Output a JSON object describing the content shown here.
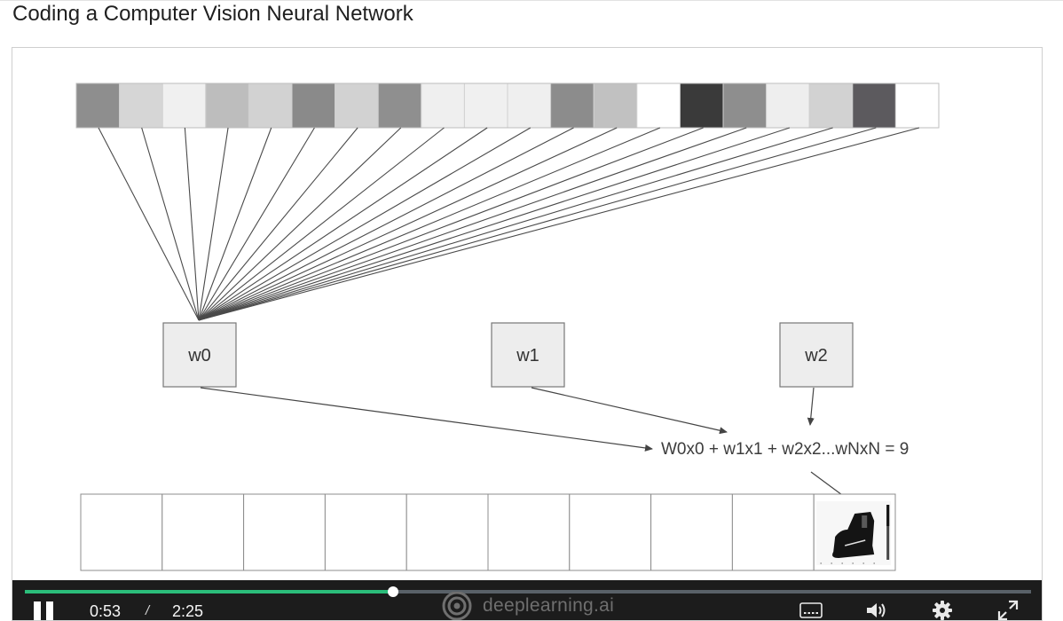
{
  "page": {
    "title": "Coding a Computer Vision Neural Network"
  },
  "slide": {
    "pixel_colors": [
      "#8e8e8e",
      "#d6d6d6",
      "#f0f0f0",
      "#bdbdbd",
      "#d2d2d2",
      "#8a8a8a",
      "#d2d2d2",
      "#8f8f8f",
      "#efefef",
      "#f0f0f0",
      "#efefef",
      "#8c8c8c",
      "#c1c1c1",
      "#ffffff",
      "#3a3a3a",
      "#8e8e8e",
      "#eeeeee",
      "#d2d2d2",
      "#5c5a5e",
      "#ffffff"
    ],
    "weights": [
      {
        "label": "w0"
      },
      {
        "label": "w1"
      },
      {
        "label": "w2"
      }
    ],
    "formula": "W0x0 + w1x1 + w2x2...wNxN = 9",
    "output_cells": 10,
    "highlight_index": 9,
    "highlight_image": "ankle-boot-image"
  },
  "player": {
    "current_time": "0:53",
    "separator": "/",
    "duration": "2:25",
    "progress": 0.366,
    "brand": "deeplearning.ai",
    "icons": {
      "pause": "pause-icon",
      "captions": "captions-icon",
      "volume": "volume-icon",
      "settings": "gear-icon",
      "fullscreen": "fullscreen-icon"
    },
    "colors": {
      "played": "#2bbd7a",
      "track": "#596168",
      "bar": "#1c1c1c"
    }
  }
}
